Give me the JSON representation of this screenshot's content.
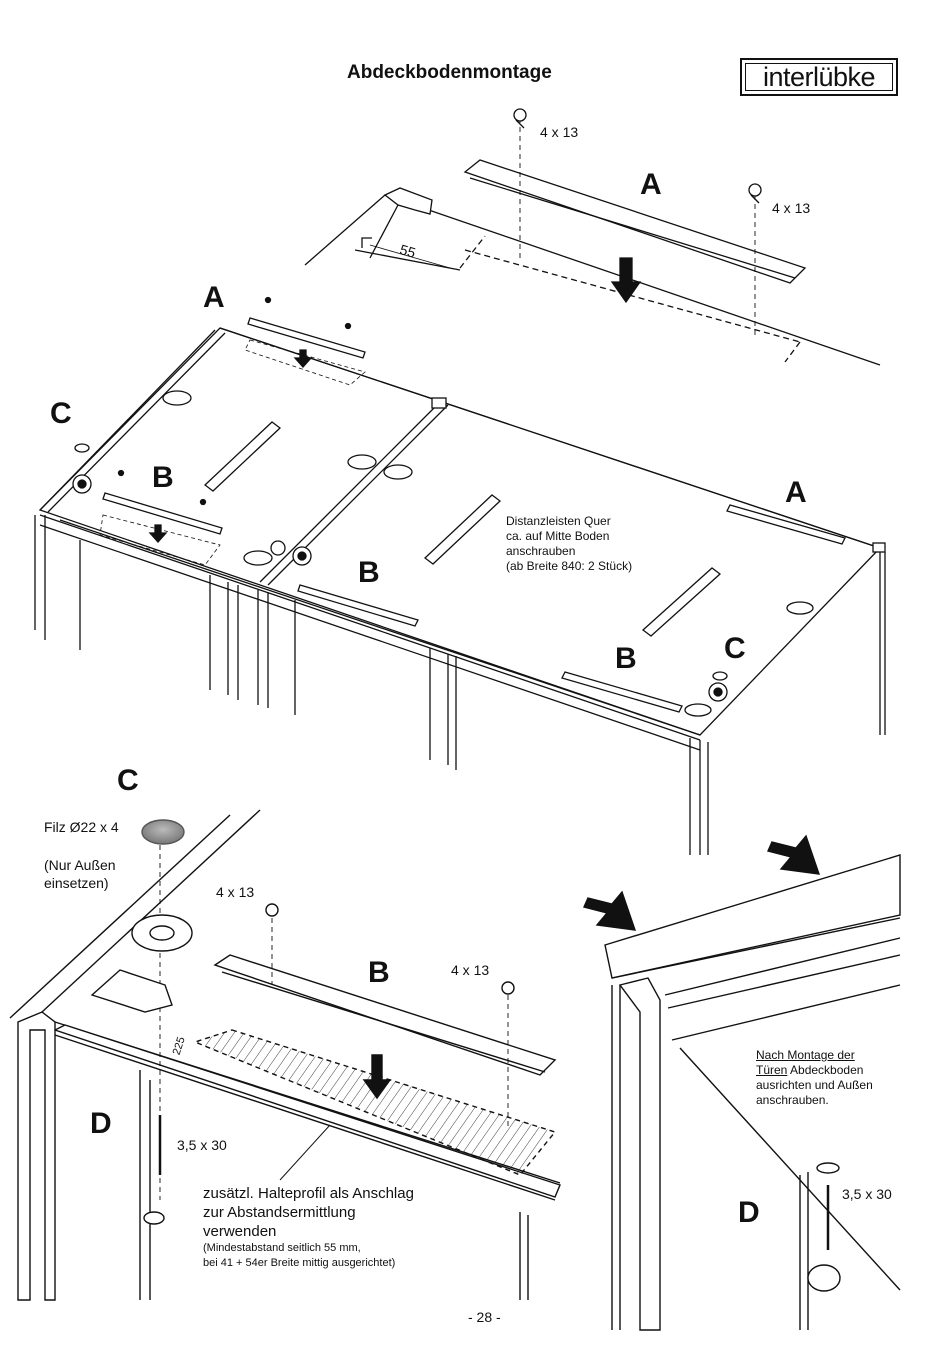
{
  "page": {
    "title": "Abdeckbodenmontage",
    "logo_text": "interlübke",
    "page_number": "- 28 -"
  },
  "top_detail": {
    "label_a": "A",
    "screw_left": "4 x 13",
    "screw_right": "4 x 13",
    "dimension": "55"
  },
  "overview": {
    "label_a_left": "A",
    "label_c_left": "C",
    "label_b_left": "B",
    "label_b_mid": "B",
    "label_a_right": "A",
    "label_b_right": "B",
    "label_c_right": "C",
    "note_lines": [
      "Distanzleisten Quer",
      "ca. auf Mitte Boden",
      "anschrauben",
      "(ab Breite 840: 2 Stück)"
    ]
  },
  "detail_c": {
    "label_c": "C",
    "felt": "Filz Ø22 x 4",
    "felt_note_lines": [
      "(Nur Außen",
      "einsetzen)"
    ],
    "screw_left": "4 x 13",
    "label_b": "B",
    "screw_right": "4 x 13",
    "dimension": "225",
    "label_d": "D",
    "screw_d": "3,5 x 30",
    "caption_lines": [
      "zusätzl. Halteprofil als Anschlag",
      "zur Abstandsermittlung",
      "verwenden"
    ],
    "caption_small_lines": [
      "(Mindestabstand seitlich 55 mm,",
      "bei 41 + 54er Breite mittig ausgerichtet)"
    ]
  },
  "detail_d": {
    "note_first": "Nach Montage der",
    "note_underlined": "Türen",
    "note_rest": " Abdeckboden",
    "note_lines": [
      "ausrichten und Außen",
      "anschrauben."
    ],
    "screw": "3,5 x 30",
    "label_d": "D"
  }
}
